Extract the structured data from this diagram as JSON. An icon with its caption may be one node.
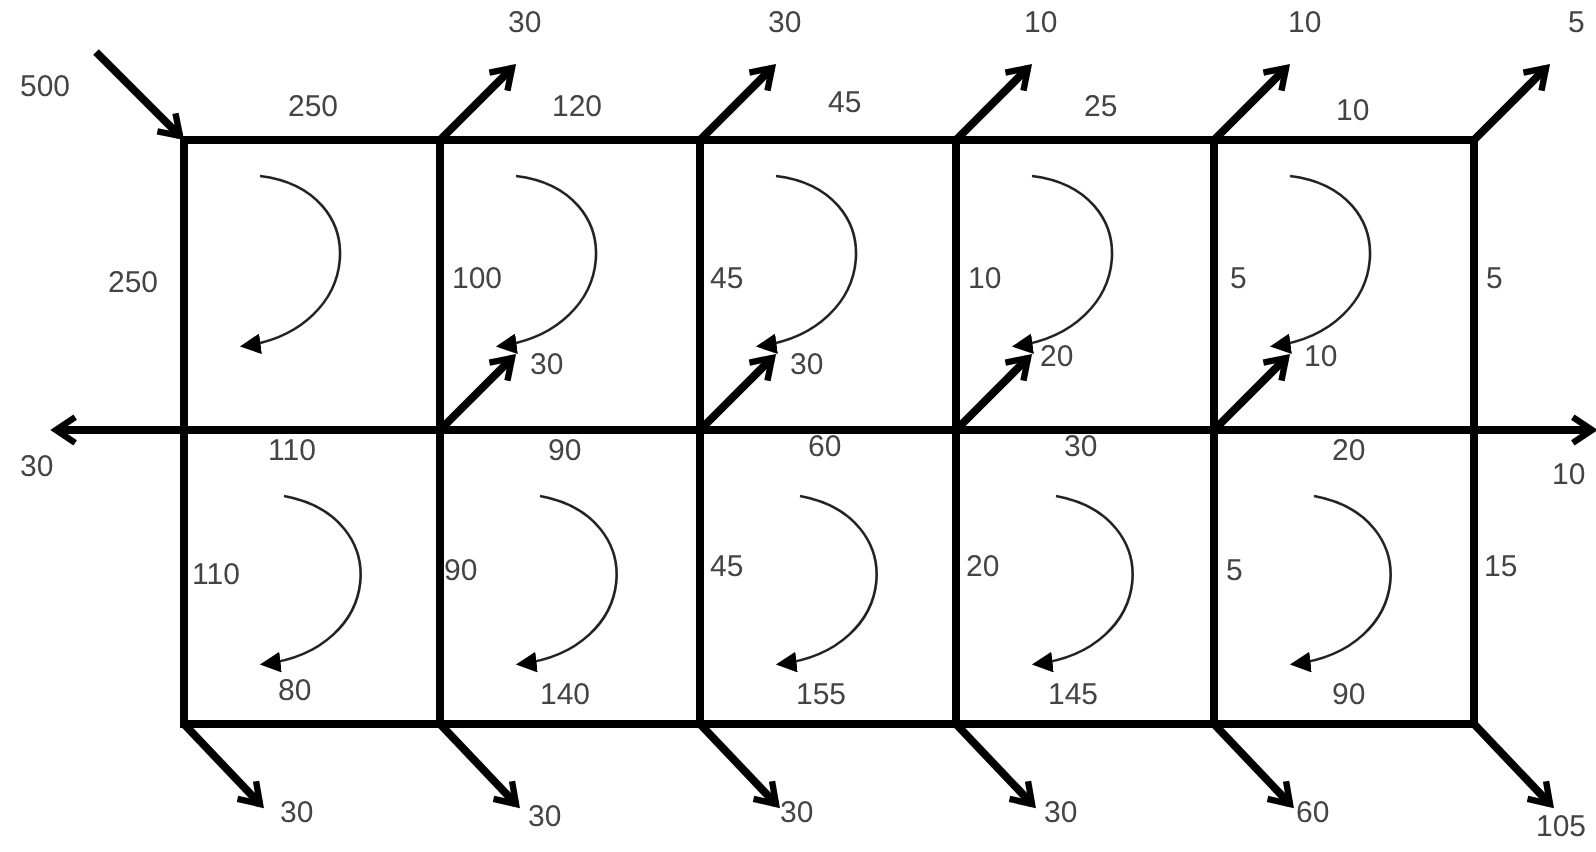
{
  "diagram": {
    "labels": [
      "500",
      "30",
      "30",
      "10",
      "10",
      "5",
      "250",
      "120",
      "45",
      "25",
      "10",
      "250",
      "100",
      "45",
      "10",
      "5",
      "5",
      "30",
      "30",
      "20",
      "10",
      "30",
      "110",
      "90",
      "60",
      "30",
      "20",
      "10",
      "110",
      "90",
      "45",
      "20",
      "5",
      "15",
      "80",
      "140",
      "155",
      "145",
      "90",
      "30",
      "30",
      "30",
      "30",
      "60",
      "105"
    ]
  }
}
